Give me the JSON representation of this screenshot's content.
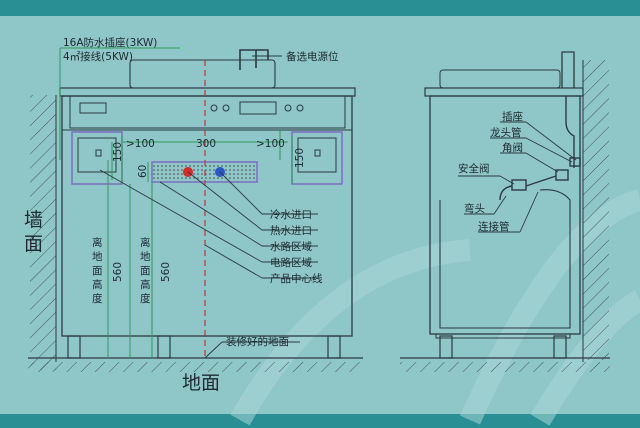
{
  "colors": {
    "background": "#8fc6c8",
    "band": "#2a8f94",
    "line": "#2b3a42",
    "dim_green": "#2d9a57",
    "center_red": "#c8323a",
    "zone_purple": "#7d6fbf",
    "cold_blue": "#2a56c8",
    "hot_red": "#d42a2a"
  },
  "top_left": {
    "socket_16a": "16A防水插座(3KW)",
    "wiring_4mm": "4㎡接线(5KW)"
  },
  "power_option": "备选电源位",
  "dims": {
    "d100_left": ">100",
    "d300": "300",
    "d100_right": ">100",
    "d150_left": "150",
    "d60": "60",
    "d150_right": "150",
    "d560_a": "560",
    "d560_b": "560"
  },
  "vertical_labels": {
    "height_a": [
      "离",
      "地",
      "面",
      "高",
      "度"
    ],
    "height_b": [
      "离",
      "地",
      "面",
      "高",
      "度"
    ]
  },
  "front_callouts": {
    "cold_inlet": "冷水进口",
    "hot_inlet": "热水进口",
    "water_zone": "水路区域",
    "electric_zone": "电路区域",
    "center_line": "产品中心线",
    "finished_floor": "装修好的地面"
  },
  "wall": [
    "墙",
    "面"
  ],
  "floor": "地面",
  "side_callouts": {
    "socket": "插座",
    "faucet_pipe": "龙头管",
    "angle_valve": "角阀",
    "safety_valve": "安全阀",
    "elbow": "弯头",
    "connect_pipe": "连接管"
  }
}
